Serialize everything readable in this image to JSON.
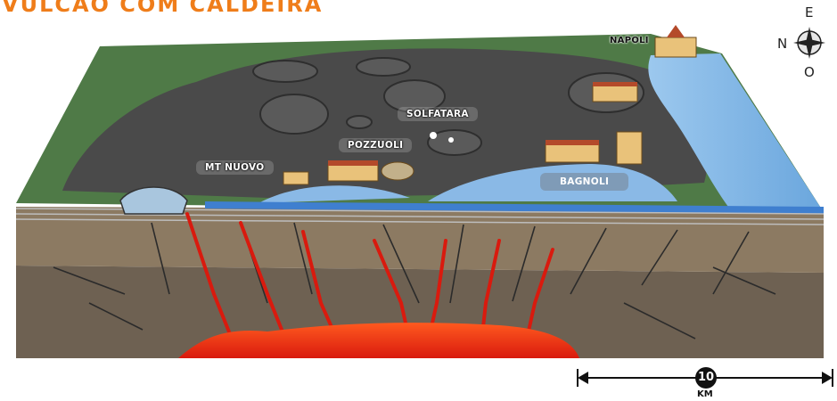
{
  "title": "VULCÃO COM CALDEIRA",
  "places": {
    "napoli": "NAPOLI",
    "solfatara": "SOLFATARA",
    "pozzuoli": "POZZUOLI",
    "mt_nuovo": "MT NUOVO",
    "bagnoli": "BAGNOLI"
  },
  "compass": {
    "north": "N",
    "east": "E",
    "west": "O"
  },
  "scale": {
    "value": "10",
    "unit": "KM"
  },
  "colors": {
    "title": "#ef7d1a",
    "grass": "#4f7a47",
    "caldera": "#4a4a4a",
    "sea": "#7fb0e0",
    "crust": "#8c7a62",
    "deep_crust": "#6e6152",
    "magma": "#e8371a"
  }
}
